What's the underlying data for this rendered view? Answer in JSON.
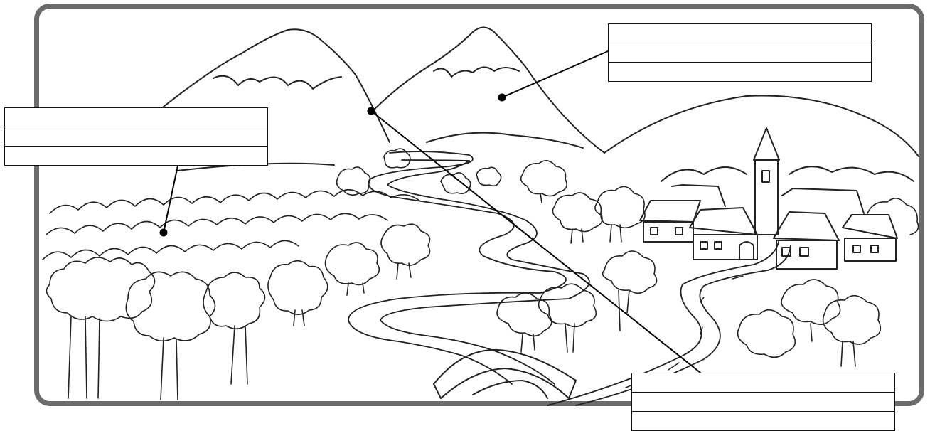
{
  "worksheet": {
    "illustration": "landscape-scene",
    "label_boxes": [
      {
        "id": "forest-label",
        "lines": [
          "",
          "",
          ""
        ]
      },
      {
        "id": "mountain-label",
        "lines": [
          "",
          "",
          ""
        ]
      },
      {
        "id": "river-label",
        "lines": [
          "",
          "",
          ""
        ]
      }
    ]
  }
}
